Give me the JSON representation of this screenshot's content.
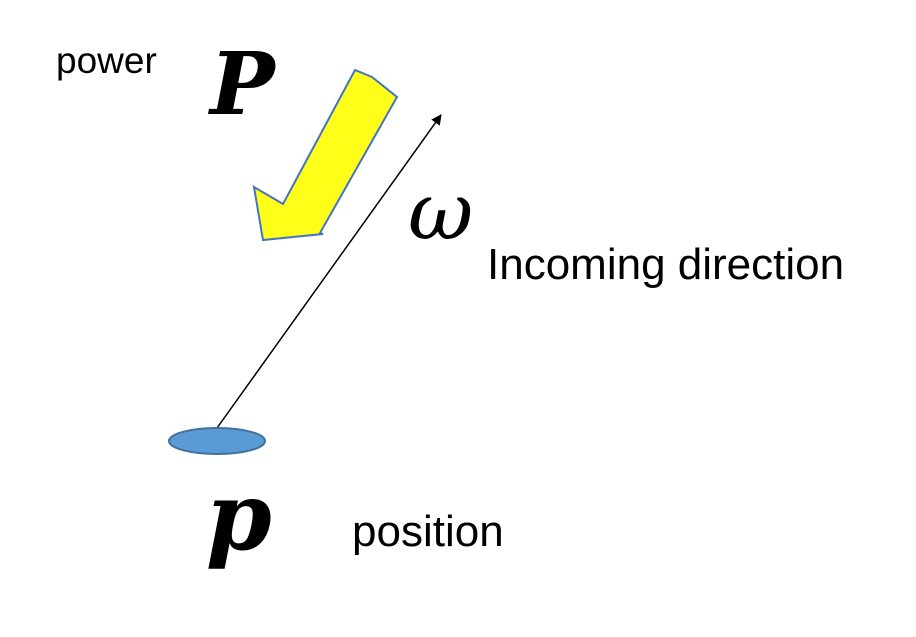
{
  "labels": {
    "power": "power",
    "power_symbol": "P",
    "direction_symbol": "ω",
    "direction": "Incoming direction",
    "position_symbol": "p",
    "position": "position"
  },
  "colors": {
    "arrow_fill": "#ffff1a",
    "arrow_outline": "#4472c4",
    "surface_fill": "#5b9bd5",
    "surface_outline": "#41719c",
    "line": "#000000"
  }
}
